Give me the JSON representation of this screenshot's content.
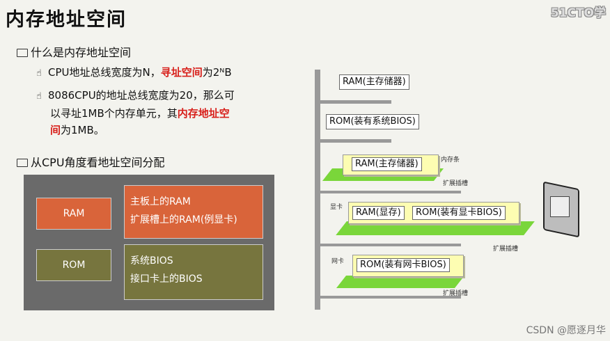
{
  "title": "内存地址空间",
  "logo": "51CTO学",
  "bullets": {
    "b1": "什么是内存地址空间",
    "s1_pre": "CPU地址总线宽度为N，",
    "s1_red": "寻址空间",
    "s1_post": "为2ᴺB",
    "s2_line1": "8086CPU的地址总线宽度为20，那么可",
    "s2_line2_pre": "以寻址1MB个内存单元，其",
    "s2_red1": "内存地址空",
    "s2_red2": "间",
    "s2_line3_post": "为1MB。",
    "b2": "从CPU角度看地址空间分配"
  },
  "diagram": {
    "ram": "RAM",
    "rom": "ROM",
    "ram_desc1": "主板上的RAM",
    "ram_desc2": "扩展槽上的RAM(例显卡)",
    "rom_desc1": "系统BIOS",
    "rom_desc2": "接口卡上的BIOS"
  },
  "board": {
    "main_ram": "RAM(主存储器)",
    "sys_rom": "ROM(装有系统BIOS)",
    "ext_ram": "RAM(主存储器)",
    "mem_bar": "内存条",
    "slot1": "扩展插槽",
    "vid_label": "显卡",
    "vram": "RAM(显存)",
    "vrom": "ROM(装有显卡BIOS)",
    "slot2": "扩展插槽",
    "net_label": "网卡",
    "nrom": "ROM(装有网卡BIOS)",
    "slot3": "扩展插槽"
  },
  "footer": "CSDN @愿逐月华",
  "colors": {
    "orange": "#d9643a",
    "olive": "#77753e",
    "accent": "#d8201b",
    "slot": "#7ad63a",
    "card": "#fdfdb2"
  }
}
